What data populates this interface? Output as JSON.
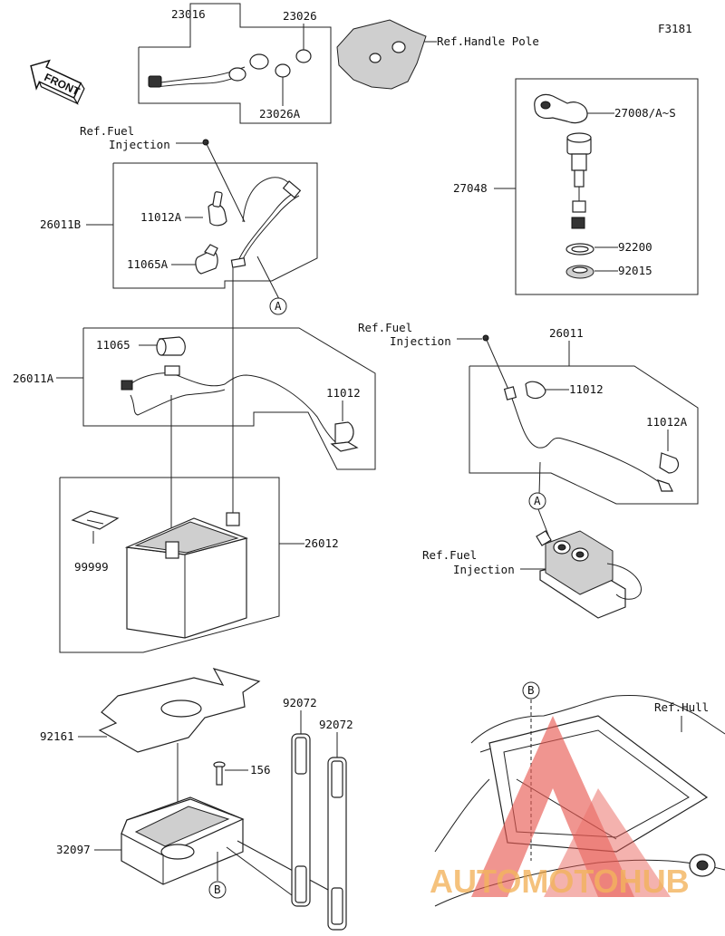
{
  "figure_code": "F3181",
  "front_label": "FRONT",
  "watermark": "AUTOMOTOHUB",
  "refs": {
    "handle_pole": "Ref.Handle Pole",
    "fuel_injection_1_line1": "Ref.Fuel",
    "fuel_injection_1_line2": "Injection",
    "fuel_injection_2_line1": "Ref.Fuel",
    "fuel_injection_2_line2": "Injection",
    "fuel_injection_3_line1": "Ref.Fuel",
    "fuel_injection_3_line2": "Injection",
    "hull": "Ref.Hull"
  },
  "parts": {
    "p23016": "23016",
    "p23026": "23026",
    "p23026A": "23026A",
    "p27008": "27008/A~S",
    "p27048": "27048",
    "p92200": "92200",
    "p92015": "92015",
    "p26011B": "26011B",
    "p11012A_top": "11012A",
    "p11065A": "11065A",
    "p26011A": "26011A",
    "p11065": "11065",
    "p11012_left": "11012",
    "p26011": "26011",
    "p11012_right": "11012",
    "p11012A_right": "11012A",
    "p26012": "26012",
    "p99999": "99999",
    "p92161": "92161",
    "p92072_a": "92072",
    "p92072_b": "92072",
    "p156": "156",
    "p32097": "32097"
  },
  "callouts": {
    "a_upper": "A",
    "a_lower": "A",
    "b_upper": "B",
    "b_lower": "B"
  }
}
